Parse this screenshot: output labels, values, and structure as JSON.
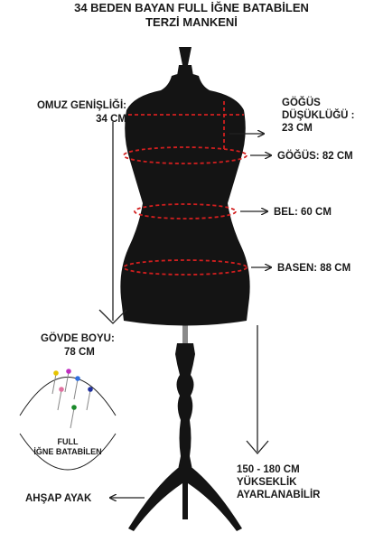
{
  "title": {
    "line1": "34 BEDEN BAYAN FULL İĞNE BATABİLEN",
    "line2": "TERZİ MANKENİ"
  },
  "labels": {
    "shoulder_name": "OMUZ GENİŞLİĞİ:",
    "shoulder_value": "34 CM",
    "bust_point_1": "GÖĞÜS",
    "bust_point_2": "DÜŞÜKLÜĞÜ :",
    "bust_point_3": "23 CM",
    "chest": "GÖĞÜS: 82 CM",
    "waist": "BEL: 60 CM",
    "hip": "BASEN: 88 CM",
    "body_length_name": "GÖVDE BOYU:",
    "body_length_value": "78 CM",
    "height_1": "150 - 180 CM",
    "height_2": "YÜKSEKLİK",
    "height_3": "AYARLANABİLİR",
    "wooden_feet": "AHŞAP AYAK",
    "pins_1": "FULL",
    "pins_2": "İĞNE BATABİLEN"
  },
  "colors": {
    "mannequin": "#141414",
    "measure_line": "#d21f1f",
    "arrow": "#222222"
  },
  "icons": {
    "pins": "pin-icon"
  }
}
